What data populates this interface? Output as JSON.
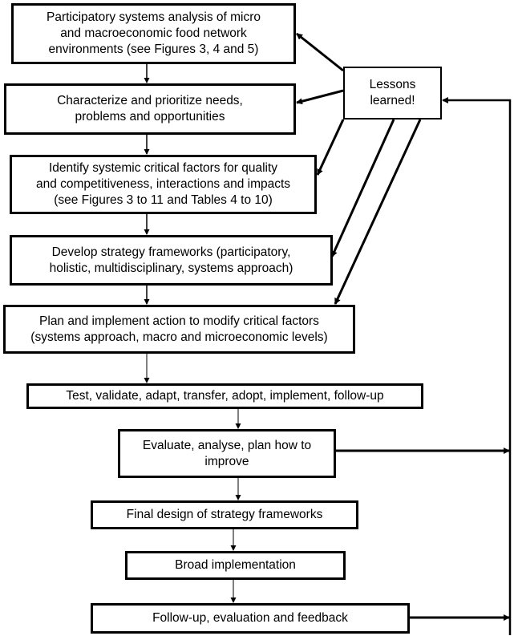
{
  "diagram": {
    "steps": [
      {
        "id": "s1",
        "label": "Participatory systems analysis of micro\nand macroeconomic food network\nenvironments (see Figures 3, 4 and 5)"
      },
      {
        "id": "s2",
        "label": "Characterize and prioritize needs,\nproblems and opportunities"
      },
      {
        "id": "s3",
        "label": "Identify systemic critical factors for quality\nand competitiveness, interactions and impacts\n(see Figures 3 to 11 and Tables 4 to 10)"
      },
      {
        "id": "s4",
        "label": "Develop strategy frameworks (participatory,\nholistic, multidisciplinary, systems approach)"
      },
      {
        "id": "s5",
        "label": "Plan and implement action to modify critical factors\n(systems approach, macro and microeconomic levels)"
      },
      {
        "id": "s6",
        "label": "Test, validate, adapt, transfer, adopt, implement, follow-up"
      },
      {
        "id": "s7",
        "label": "Evaluate, analyse, plan how to\nimprove"
      },
      {
        "id": "s8",
        "label": "Final design of strategy frameworks"
      },
      {
        "id": "s9",
        "label": "Broad implementation"
      },
      {
        "id": "s10",
        "label": "Follow-up, evaluation and feedback"
      }
    ],
    "lessons": {
      "id": "lessons",
      "label": "Lessons\nlearned!"
    },
    "edges": [
      {
        "from": "s1",
        "to": "s2"
      },
      {
        "from": "s2",
        "to": "s3"
      },
      {
        "from": "s3",
        "to": "s4"
      },
      {
        "from": "s4",
        "to": "s5"
      },
      {
        "from": "s5",
        "to": "s6"
      },
      {
        "from": "s6",
        "to": "s7"
      },
      {
        "from": "s7",
        "to": "s8"
      },
      {
        "from": "s8",
        "to": "s9"
      },
      {
        "from": "s9",
        "to": "s10"
      },
      {
        "from": "lessons",
        "to": "s1"
      },
      {
        "from": "lessons",
        "to": "s2"
      },
      {
        "from": "lessons",
        "to": "s3"
      },
      {
        "from": "lessons",
        "to": "s4"
      },
      {
        "from": "lessons",
        "to": "s5"
      },
      {
        "from": "s7",
        "to": "feedback-loop"
      },
      {
        "from": "s10",
        "to": "feedback-loop"
      },
      {
        "from": "feedback-loop",
        "to": "lessons"
      }
    ]
  }
}
